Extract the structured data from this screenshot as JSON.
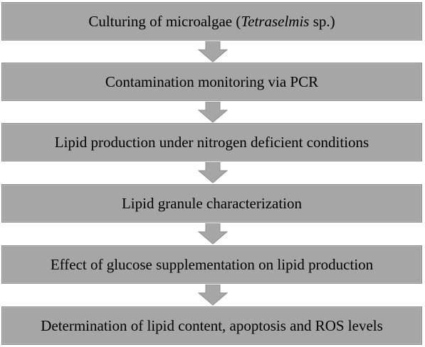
{
  "flowchart": {
    "steps": [
      {
        "pre": "Culturing of microalgae (",
        "italic": "Tetraselmis",
        "post": " sp.)"
      },
      {
        "text": "Contamination monitoring via PCR"
      },
      {
        "text": "Lipid production under nitrogen deficient conditions"
      },
      {
        "text": "Lipid granule characterization"
      },
      {
        "text": "Effect of glucose supplementation on lipid production"
      },
      {
        "text": "Determination of lipid content, apoptosis and ROS levels"
      }
    ]
  },
  "colors": {
    "box_fill": "#a6a6a6",
    "box_border": "#8c8c8c",
    "arrow_fill": "#a6a6a6",
    "text": "#000000"
  }
}
